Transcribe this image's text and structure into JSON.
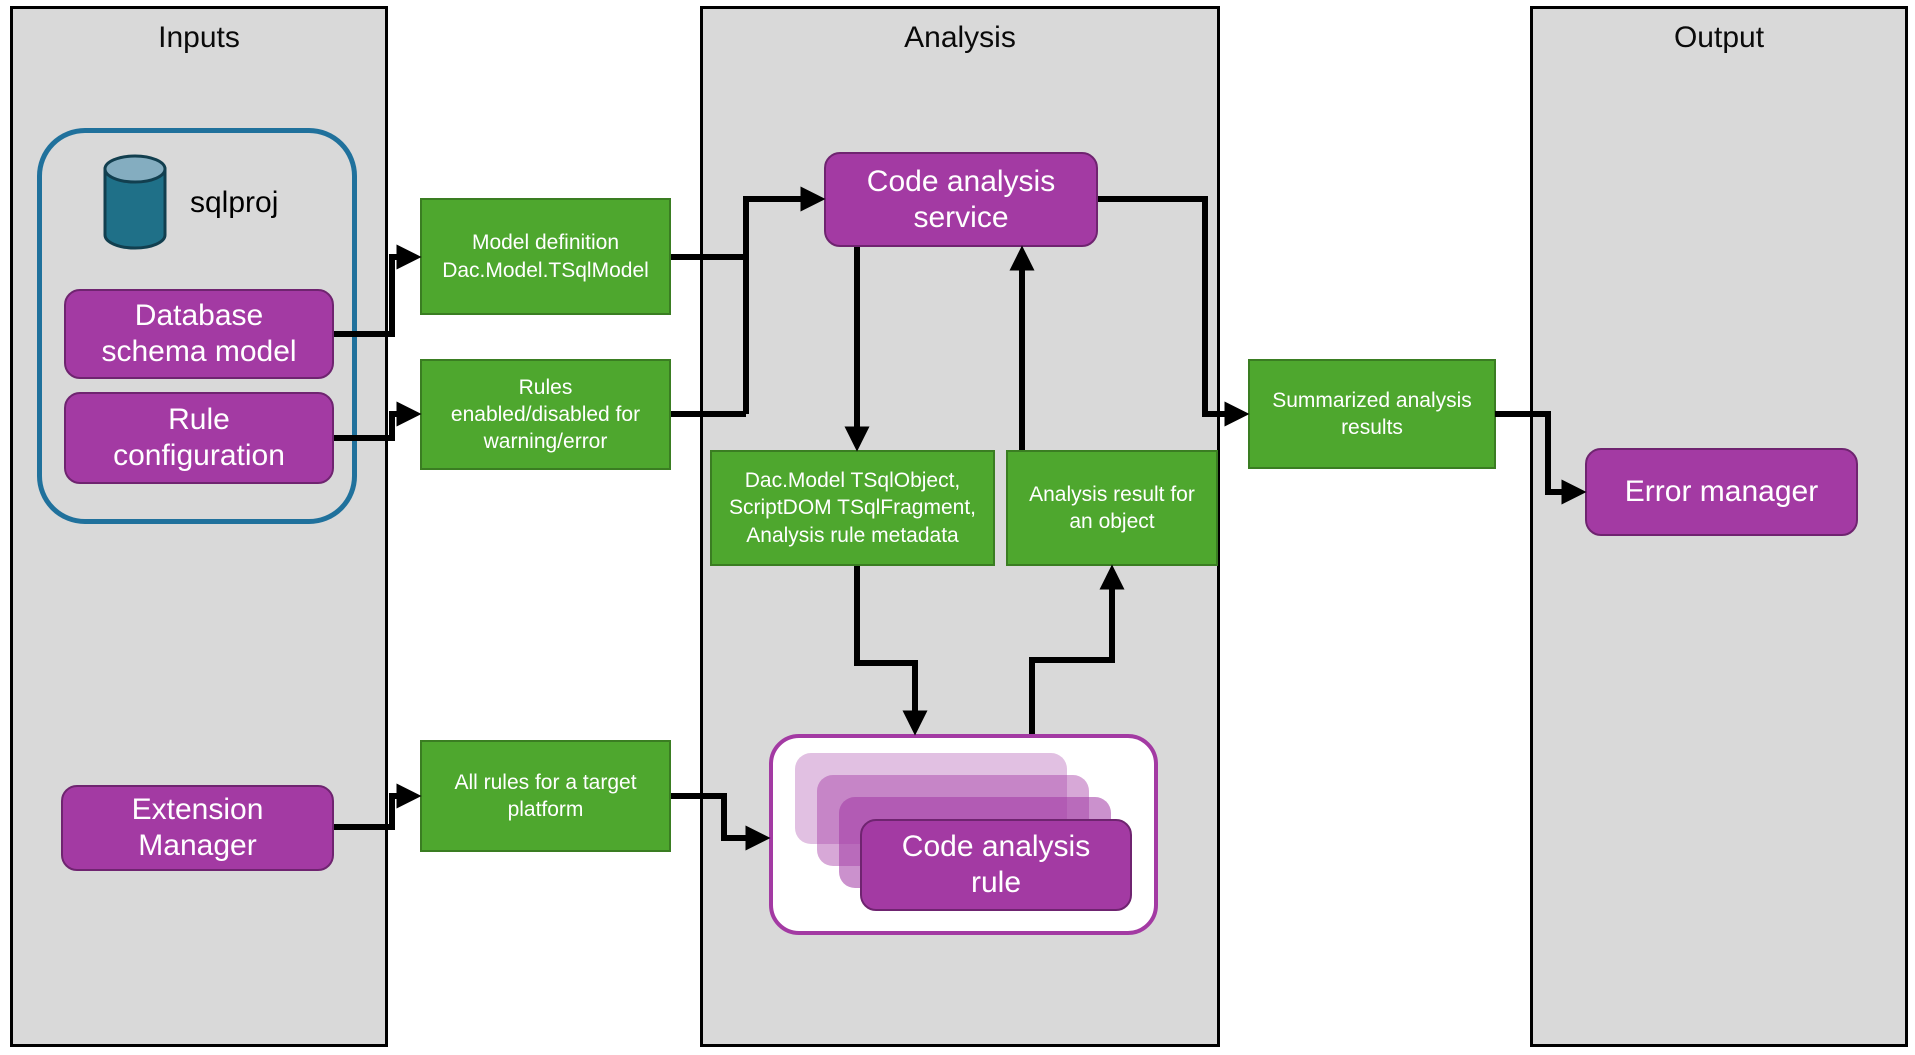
{
  "colors": {
    "panel_bg": "#d9d9d9",
    "purple_fill": "#a33aa3",
    "purple_border": "#6f2470",
    "green_fill": "#4ea72e",
    "green_border": "#3a7d22",
    "teal_border": "#20719c",
    "cylinder_fill": "#1f7088",
    "cylinder_top": "#84adc0",
    "cylinder_stroke": "#123f4f",
    "arrow": "#000000"
  },
  "panels": {
    "inputs": {
      "title": "Inputs"
    },
    "analysis": {
      "title": "Analysis"
    },
    "output": {
      "title": "Output"
    }
  },
  "nodes": {
    "sqlproj": "sqlproj",
    "database_schema_model": "Database\nschema model",
    "rule_configuration": "Rule\nconfiguration",
    "extension_manager": "Extension\nManager",
    "model_definition": "Model definition\nDac.Model.TSqlModel",
    "rules_enabled": "Rules\nenabled/disabled for\nwarning/error",
    "all_rules": "All rules for a target\nplatform",
    "code_analysis_service": "Code analysis\nservice",
    "tsql_object": "Dac.Model TSqlObject,\nScriptDOM TSqlFragment,\nAnalysis rule metadata",
    "analysis_result": "Analysis result for\nan object",
    "code_analysis_rule": "Code analysis\nrule",
    "summarized_results": "Summarized analysis\nresults",
    "error_manager": "Error manager"
  }
}
